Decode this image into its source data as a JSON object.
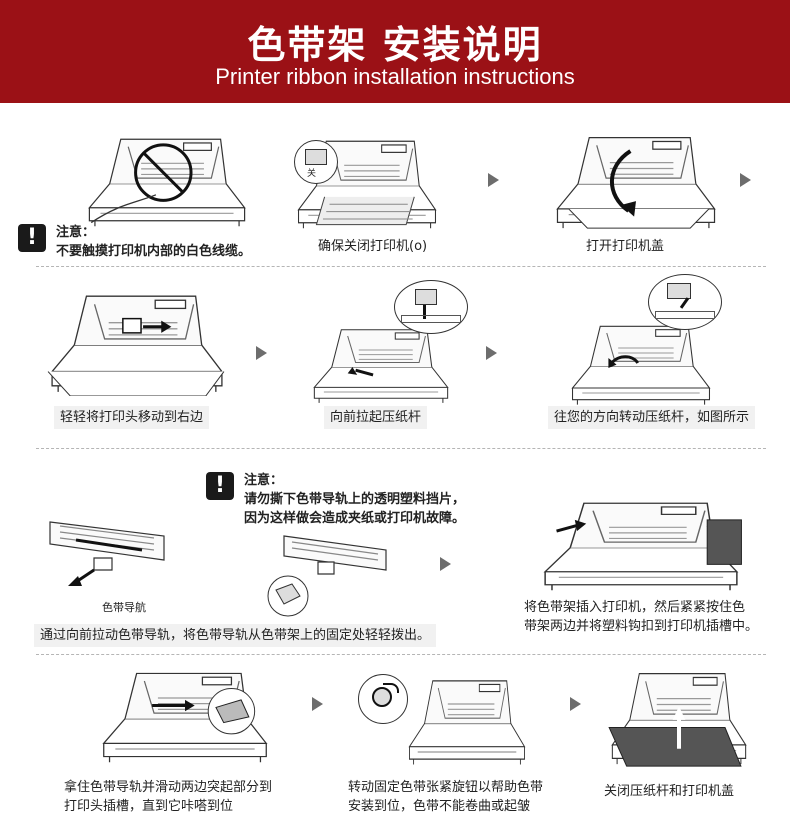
{
  "header": {
    "title_cn": "色带架 安装说明",
    "title_en": "Printer ribbon installation instructions"
  },
  "row1": {
    "warning_title": "注意：",
    "warning_text": "不要触摸打印机内部的白色线缆。",
    "step1": "确保关闭打印机(o)",
    "step1_label": "关",
    "step2": "打开打印机盖"
  },
  "row2": {
    "step1": "轻轻将打印头移动到右边",
    "step2": "向前拉起压纸杆",
    "step3": "往您的方向转动压纸杆，如图所示"
  },
  "row3": {
    "warning_title": "注意：",
    "warning_line1": "请勿撕下色带导轨上的透明塑料挡片，",
    "warning_line2": "因为这样做会造成夹纸或打印机故障。",
    "guide_label": "色带导航",
    "step1": "通过向前拉动色带导轨，将色带导轨从色带架上的固定处轻轻拨出。",
    "step2_line1": "将色带架插入打印机，然后紧紧按住色",
    "step2_line2": "带架两边并将塑料钩扣到打印机插槽中。"
  },
  "row4": {
    "step1_line1": "拿住色带导轨并滑动两边突起部分到",
    "step1_line2": "打印头插槽，直到它咔嗒到位",
    "step2_line1": "转动固定色带张紧旋钮以帮助色带",
    "step2_line2": "安装到位，色带不能卷曲或起皱",
    "step3": "关闭压纸杆和打印机盖"
  },
  "icons": {
    "warning": "exclamation-icon",
    "arrow": "triangle-right-icon"
  },
  "colors": {
    "header_bg": "#9b1116",
    "header_text": "#ffffff",
    "caption_bg": "#f1f1f1",
    "arrow": "#6d6d6d"
  }
}
